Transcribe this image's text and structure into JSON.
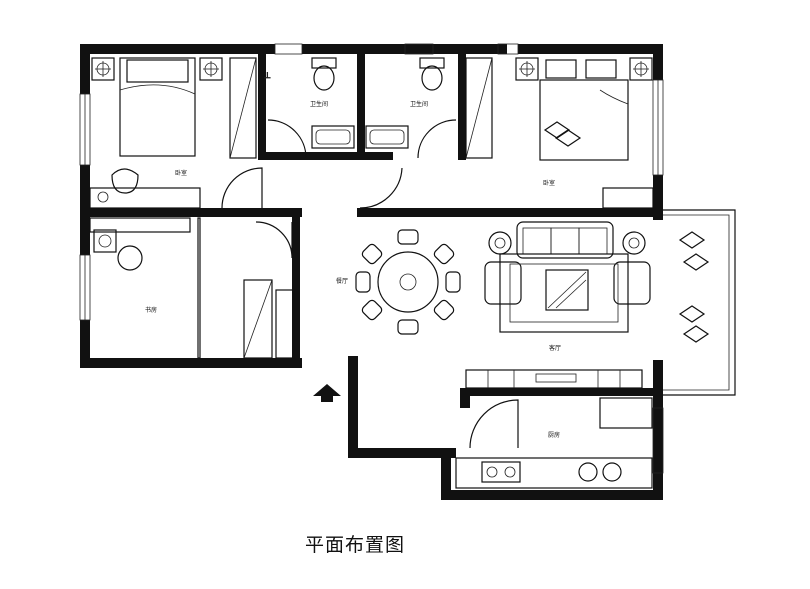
{
  "caption": "平面布置图",
  "rooms": {
    "bedroom_nw": "卧室",
    "bathroom_left": "卫生间",
    "bathroom_right": "卫生间",
    "bedroom_ne": "卧室",
    "study": "书房",
    "dining": "餐厅",
    "living": "客厅",
    "kitchen": "厨房"
  },
  "icons": {
    "entrance": "entrance-arrow-icon",
    "dining_table": "round-dining-table-icon",
    "sofa": "sofa-set-icon"
  }
}
